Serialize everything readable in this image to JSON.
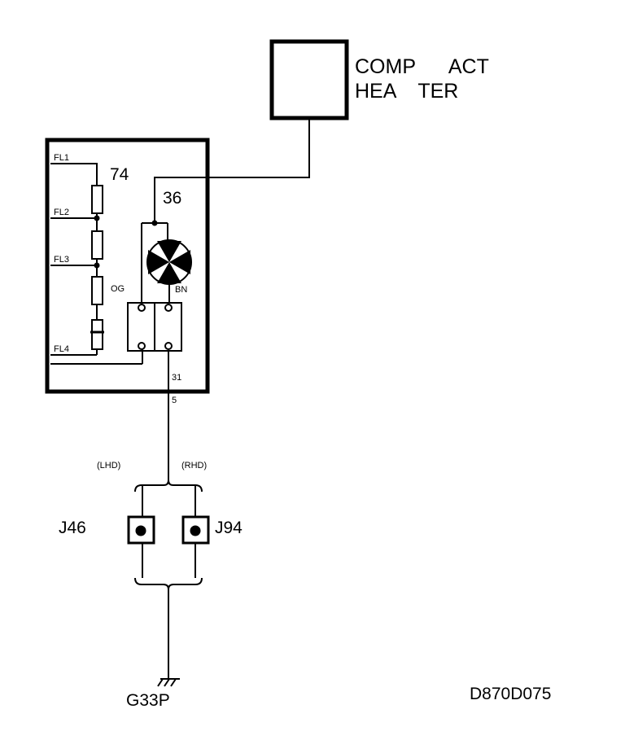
{
  "component_box": {
    "line1": "COMP      ACT",
    "line2": "HEA    TER"
  },
  "module": {
    "wire_74": "74",
    "wire_36": "36",
    "fl1": "FL1",
    "fl2": "FL2",
    "fl3": "FL3",
    "fl4": "FL4",
    "og": "OG",
    "bn": "BN",
    "pin_31": "31"
  },
  "wire_5": "5",
  "variants": {
    "lhd": "(LHD)",
    "rhd": "(RHD)"
  },
  "connectors": {
    "j46": "J46",
    "j94": "J94"
  },
  "ground": "G33P",
  "figure_code": "D870D075"
}
